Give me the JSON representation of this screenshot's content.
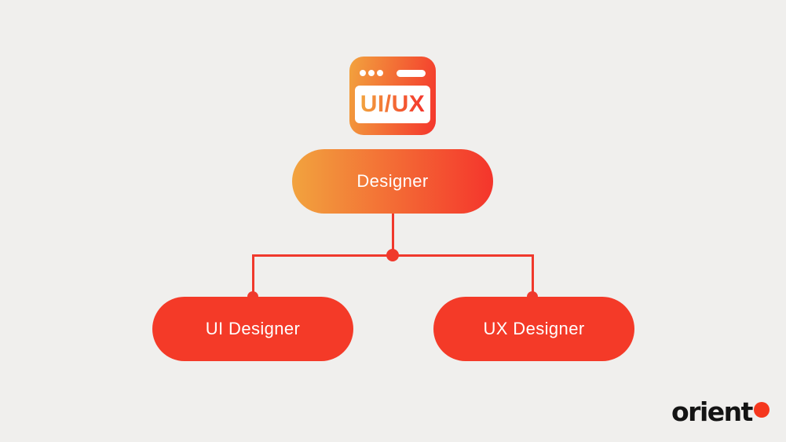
{
  "diagram": {
    "icon": {
      "label": "UI/UX"
    },
    "root": {
      "label": "Designer"
    },
    "children": [
      {
        "label": "UI Designer"
      },
      {
        "label": "UX Designer"
      }
    ]
  },
  "branding": {
    "logo_text": "orient"
  },
  "colors": {
    "background": "#F0EFED",
    "gradient_start": "#F2A33E",
    "gradient_end": "#F4352C",
    "solid_red": "#F43A28",
    "line_red": "#F0392C",
    "text_white": "#FFFFFF",
    "logo_black": "#141414",
    "logo_dot": "#F5371D"
  }
}
